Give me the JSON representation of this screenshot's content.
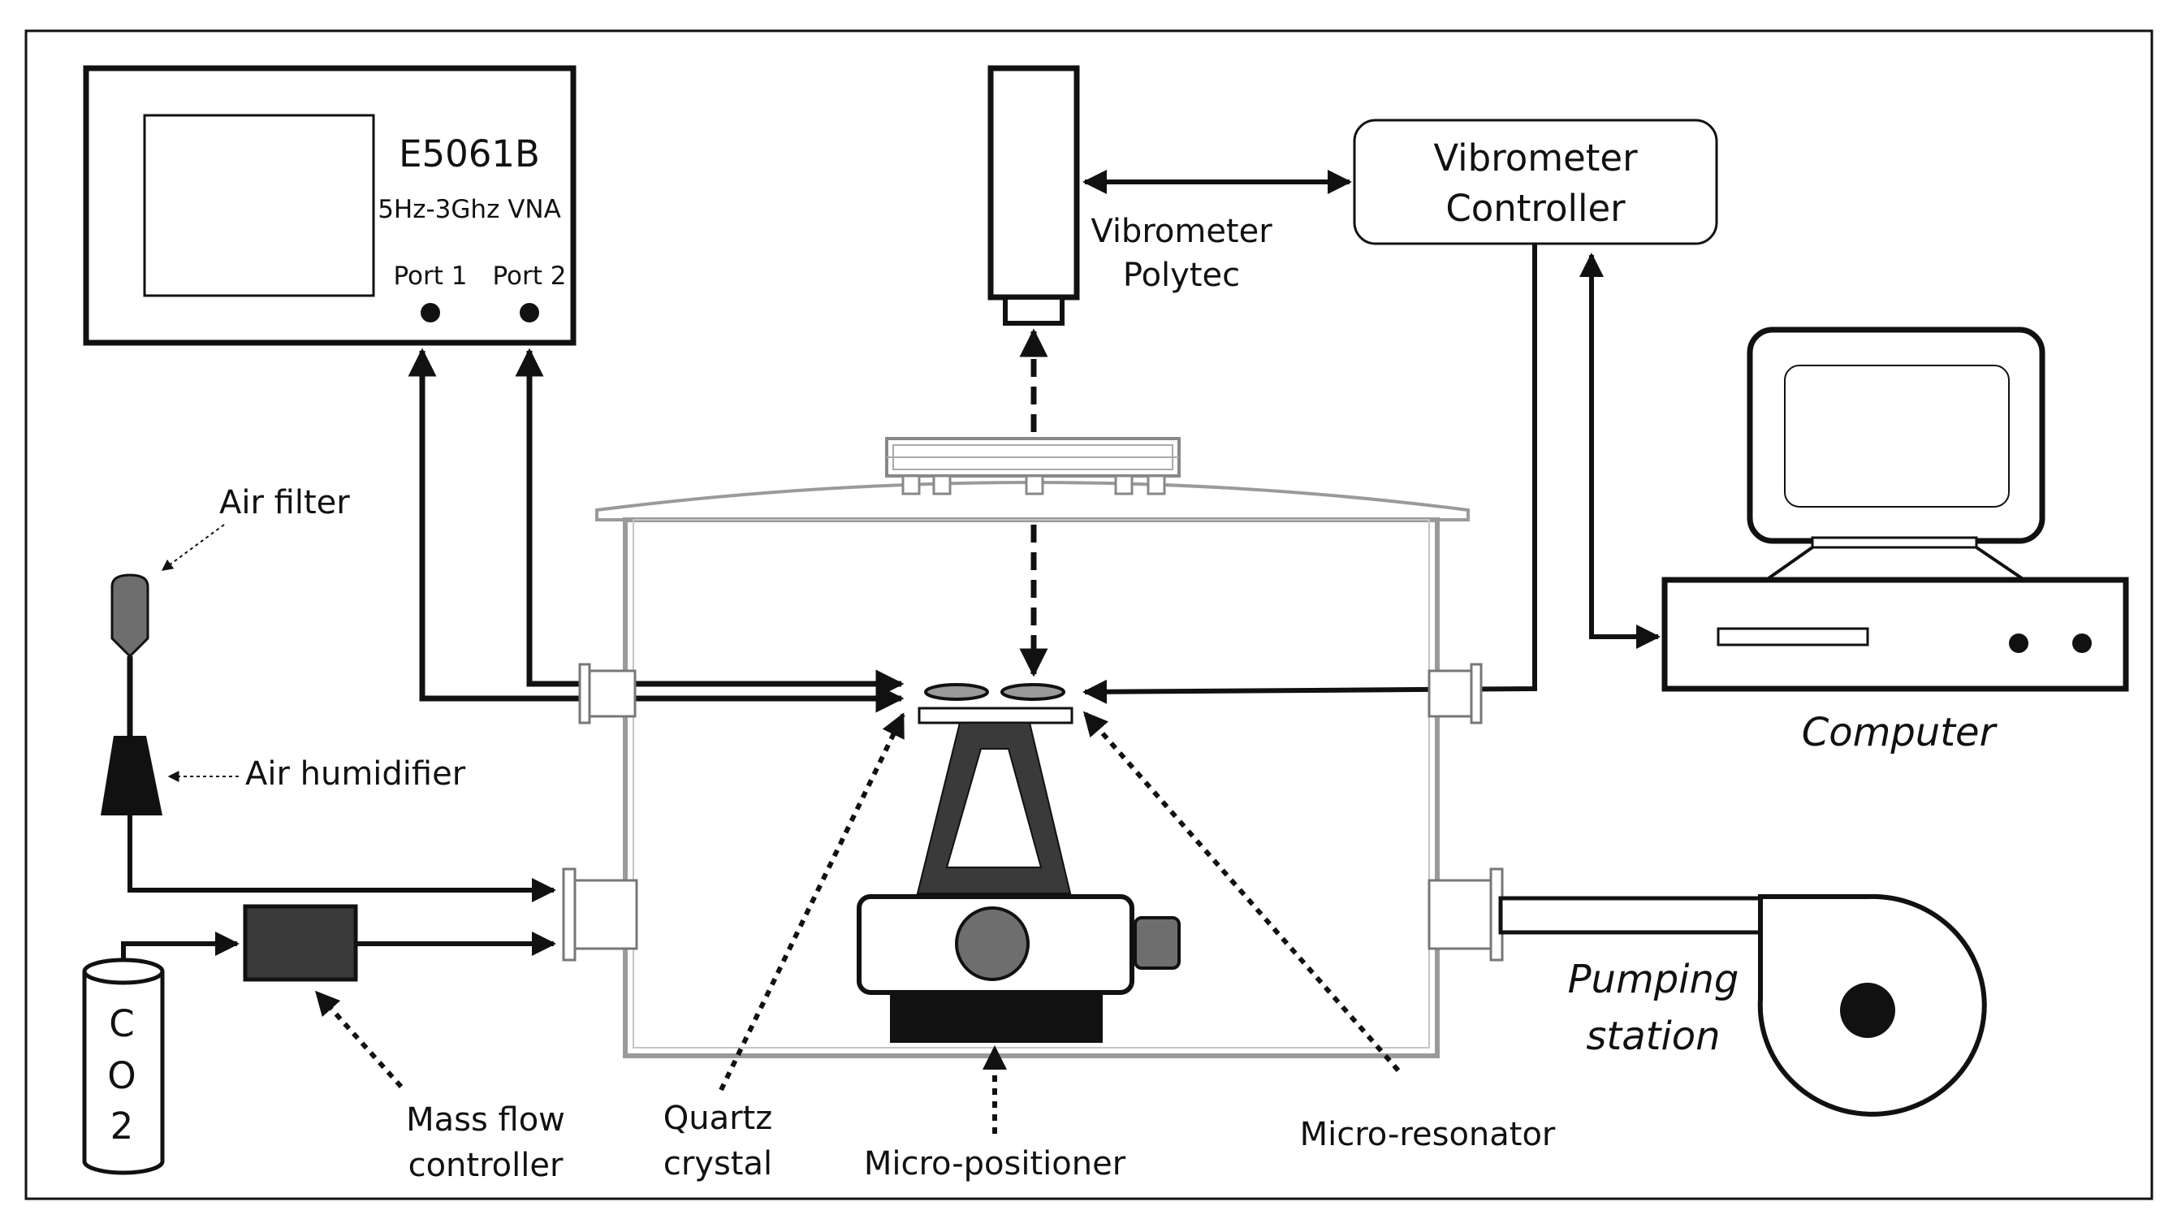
{
  "vna": {
    "model": "E5061B",
    "spec": "5Hz-3Ghz VNA",
    "port1": "Port 1",
    "port2": "Port 2"
  },
  "vibrometer": {
    "line1": "Vibrometer",
    "line2": "Polytec"
  },
  "controller": {
    "line1": "Vibrometer",
    "line2": "Controller"
  },
  "computer": {
    "label": "Computer"
  },
  "pump": {
    "line1": "Pumping",
    "line2": "station"
  },
  "air_filter": {
    "label": "Air filter"
  },
  "air_humidifier": {
    "label": "Air  humidifier"
  },
  "co2": {
    "char1": "C",
    "char2": "O",
    "char3": "2"
  },
  "mass_flow": {
    "line1": "Mass flow",
    "line2": "controller"
  },
  "quartz": {
    "line1": "Quartz",
    "line2": "crystal"
  },
  "positioner": {
    "label": "Micro-positioner"
  },
  "resonator": {
    "label": "Micro-resonator"
  },
  "colors": {
    "stroke": "#111111",
    "dark_fill": "#3a3a3a",
    "gray_fill": "#6e6e6e",
    "chamber": "#9a9a9a"
  }
}
